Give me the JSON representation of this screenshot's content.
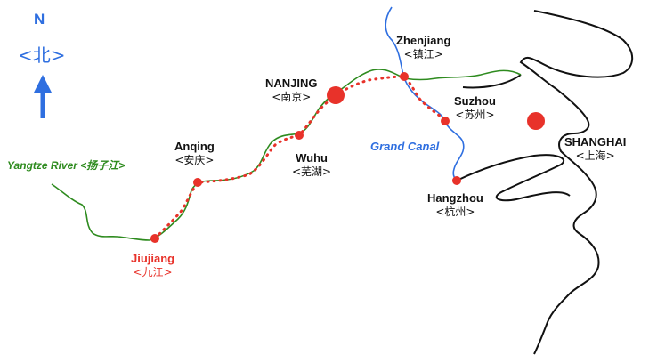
{
  "compass": {
    "letter": "N",
    "chinese": "<北>"
  },
  "colors": {
    "river": "#2e8b1f",
    "canal": "#2f6fe0",
    "route": "#e8322a",
    "coast": "#111111"
  },
  "river_label": "Yangtze River <扬子江>",
  "canal_label": "Grand Canal",
  "cities": [
    {
      "en": "Zhenjiang",
      "zh": "<镇江>"
    },
    {
      "en": "NANJING",
      "zh": "<南京>"
    },
    {
      "en": "Suzhou",
      "zh": "<苏州>"
    },
    {
      "en": "Anqing",
      "zh": "<安庆>"
    },
    {
      "en": "Wuhu",
      "zh": "<芜湖>"
    },
    {
      "en": "SHANGHAI",
      "zh": "<上海>"
    },
    {
      "en": "Hangzhou",
      "zh": "<杭州>"
    },
    {
      "en": "Jiujiang",
      "zh": "<九江>"
    }
  ]
}
